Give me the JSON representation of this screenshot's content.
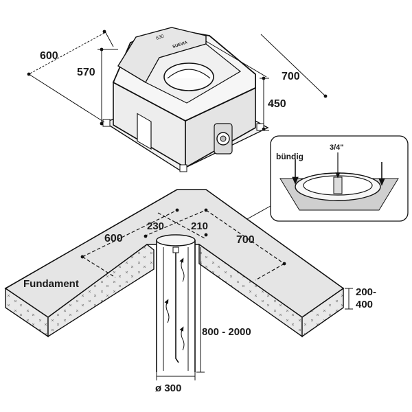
{
  "dims": {
    "width_top": "600",
    "height_top": "570",
    "depth_top": "700",
    "height_side": "450",
    "foundation_label": "Fundament",
    "foundation_left": "600",
    "foundation_right": "700",
    "gap_left": "230",
    "gap_right": "210",
    "foundation_thickness_a": "200-",
    "foundation_thickness_b": "400",
    "pipe_depth": "800 - 2000",
    "pipe_diameter": "ø 300"
  },
  "detail": {
    "flush_label": "bündig",
    "fitting_label": "3/4\""
  },
  "device": {
    "model_number": "630",
    "brand_mark": "SUEVIA"
  }
}
